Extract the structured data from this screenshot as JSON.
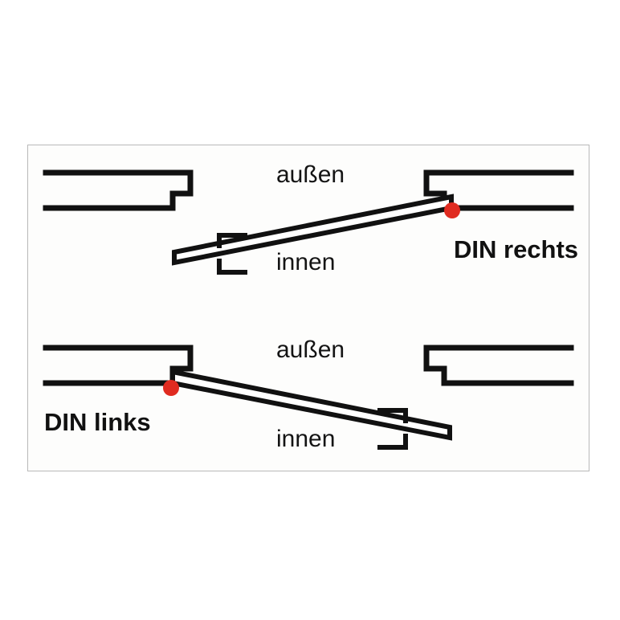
{
  "figure": {
    "title": "DIN rechts / DIN links Tuer-Anschlagrichtung",
    "background_color": "#ffffff",
    "panel_background_color": "#fdfdfc",
    "panel_border_color": "#b9b9b9",
    "line_color": "#111111",
    "hinge_color": "#e02b20"
  },
  "labels": {
    "top_outside": "außen",
    "top_inside": "innen",
    "top_designation": "DIN rechts",
    "bottom_outside": "außen",
    "bottom_inside": "innen",
    "bottom_designation": "DIN links"
  },
  "diagrams": [
    {
      "name": "din-rechts",
      "designation": "DIN rechts",
      "hinge_side": "right",
      "outside_label": "außen",
      "inside_label": "innen",
      "hinge_marker_color": "#e02b20",
      "door_opens_toward": "innen",
      "leaf_swing_direction": "down-left"
    },
    {
      "name": "din-links",
      "designation": "DIN links",
      "hinge_side": "left",
      "outside_label": "außen",
      "inside_label": "innen",
      "hinge_marker_color": "#e02b20",
      "door_opens_toward": "innen",
      "leaf_swing_direction": "down-right"
    }
  ]
}
